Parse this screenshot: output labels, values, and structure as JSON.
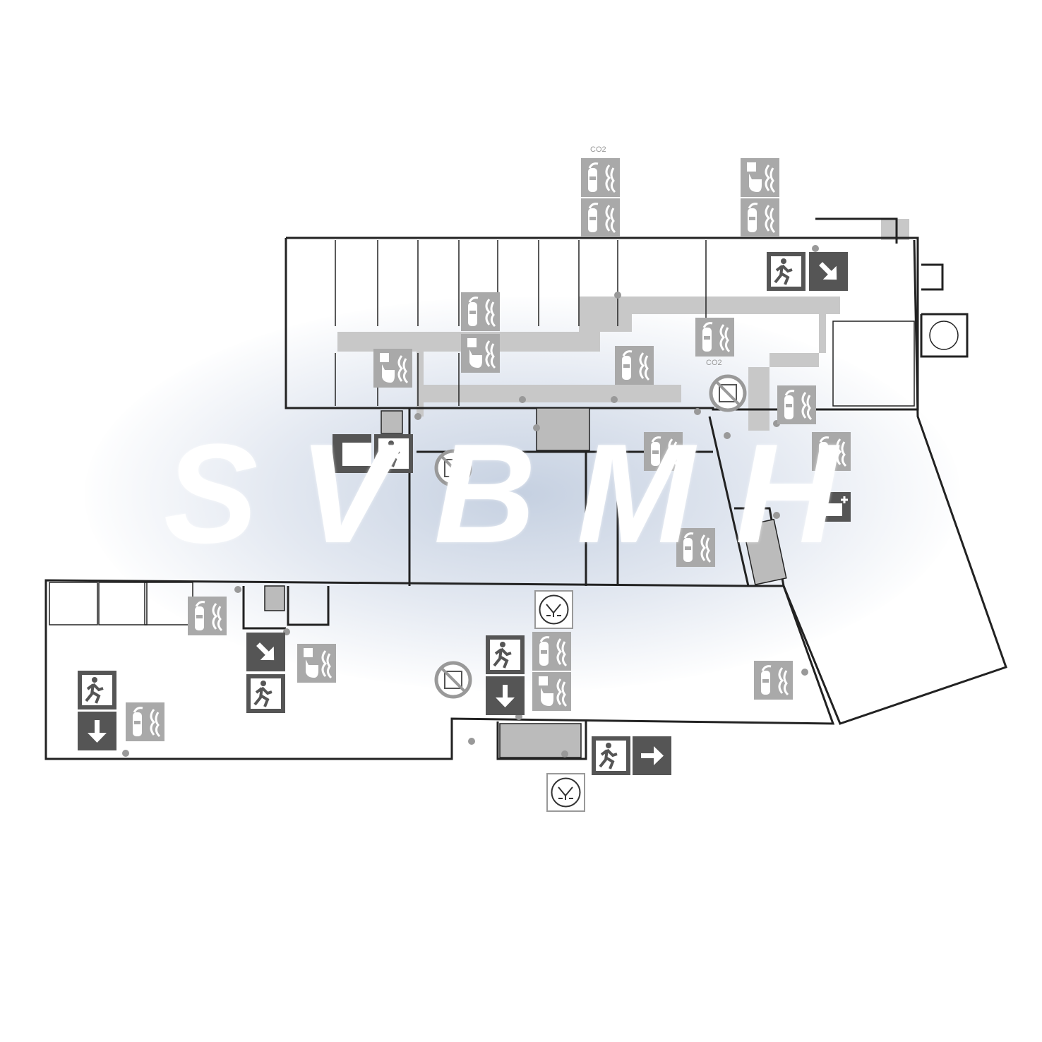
{
  "watermark": "SVBMH",
  "labels": {
    "co2_top": "CO2",
    "co2_mid": "CO2"
  },
  "colors": {
    "extinguisher_sign": "#a9a9a9",
    "exit_sign": "#555555",
    "corridor": "#c8c8c8",
    "wall": "#222222"
  },
  "legend_symbols": [
    "fire-extinguisher",
    "fire-alarm-button",
    "emergency-exit",
    "exit-arrow",
    "assembly-point",
    "no-lift-in-fire",
    "first-aid"
  ]
}
